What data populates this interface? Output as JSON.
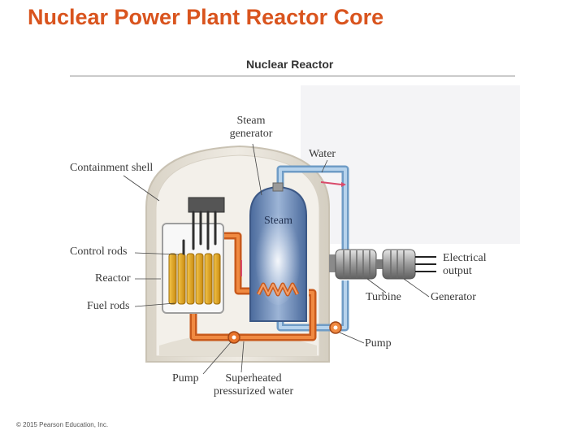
{
  "slide": {
    "title": "Nuclear Power Plant Reactor Core",
    "title_color": "#d9541e"
  },
  "figure": {
    "title": "Nuclear Reactor",
    "labels": {
      "steam_generator": "Steam\ngenerator",
      "water": "Water",
      "containment_shell": "Containment shell",
      "steam": "Steam",
      "control_rods": "Control rods",
      "reactor": "Reactor",
      "fuel_rods": "Fuel rods",
      "electrical_output": "Electrical\noutput",
      "turbine": "Turbine",
      "generator": "Generator",
      "pump_right": "Pump",
      "pump_bottom": "Pump",
      "superheated_water": "Superheated\npressurized water"
    },
    "colors": {
      "hot_pipe": "#e8742c",
      "cold_pipe": "#8fb8dc",
      "fuel": "#e0a31c",
      "containment": "#e6e1d6",
      "steam_vessel": "#5d7fb0"
    }
  },
  "footer": {
    "copyright": "© 2015 Pearson Education, Inc."
  }
}
